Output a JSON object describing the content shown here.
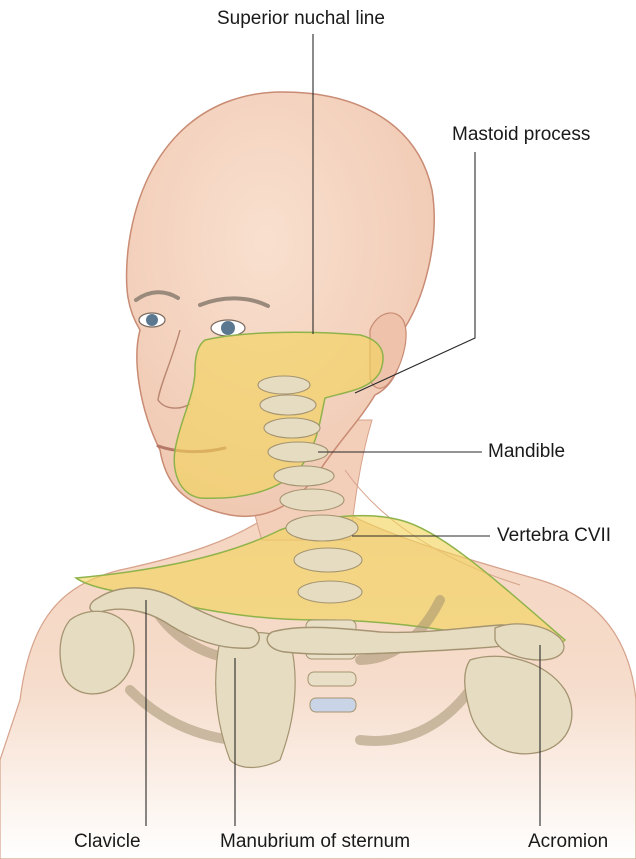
{
  "figure": {
    "labels": {
      "superior_nuchal_line": "Superior nuchal line",
      "mastoid_process": "Mastoid process",
      "mandible": "Mandible",
      "vertebra_cvii": "Vertebra CVII",
      "clavicle": "Clavicle",
      "manubrium_of_sternum": "Manubrium of sternum",
      "acromion": "Acromion"
    }
  },
  "colors": {
    "skin": "#f6d7c2",
    "skin_outline": "#c98b73",
    "highlight_fill": "#f2d45a",
    "highlight_outline": "#8fb34a",
    "bone": "#e6dcc1",
    "bone_outline": "#a49471",
    "leader_line": "#2a2a2a"
  }
}
